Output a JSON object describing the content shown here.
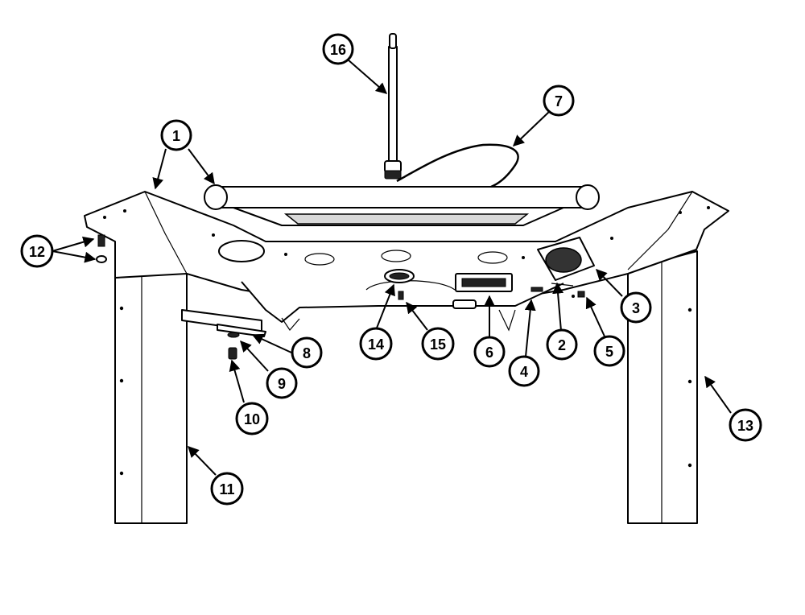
{
  "figure": {
    "callouts": [
      {
        "id": "c16",
        "label": "16"
      },
      {
        "id": "c7",
        "label": "7"
      },
      {
        "id": "c1",
        "label": "1"
      },
      {
        "id": "c12",
        "label": "12"
      },
      {
        "id": "c3",
        "label": "3"
      },
      {
        "id": "c5",
        "label": "5"
      },
      {
        "id": "c2",
        "label": "2"
      },
      {
        "id": "c4",
        "label": "4"
      },
      {
        "id": "c6",
        "label": "6"
      },
      {
        "id": "c15",
        "label": "15"
      },
      {
        "id": "c14",
        "label": "14"
      },
      {
        "id": "c8",
        "label": "8"
      },
      {
        "id": "c9",
        "label": "9"
      },
      {
        "id": "c10",
        "label": "10"
      },
      {
        "id": "c11",
        "label": "11"
      },
      {
        "id": "c13",
        "label": "13"
      }
    ]
  }
}
